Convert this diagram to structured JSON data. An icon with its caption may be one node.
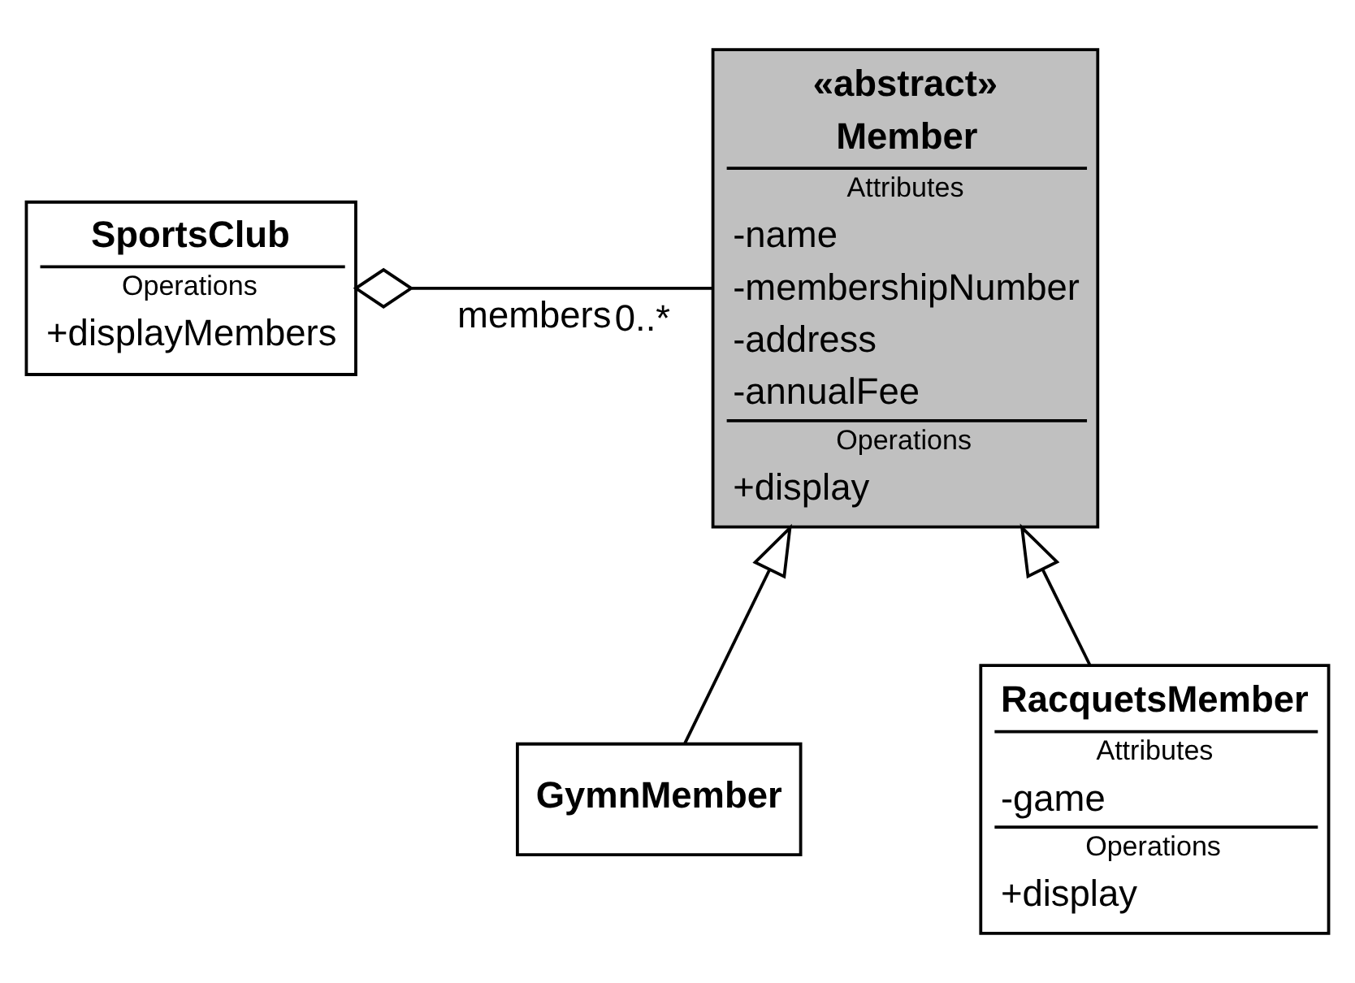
{
  "diagram": {
    "nodes": [
      {
        "text": [
          "SportsClub",
          "Operations",
          "+displayMembers"
        ]
      },
      {
        "text": [
          "«abstract»",
          "Member",
          "Attributes",
          "-name",
          "-membershipNumber",
          "-address",
          "-annualFee",
          "Operations",
          "+display"
        ]
      },
      {
        "text": [
          "GymnMember"
        ]
      },
      {
        "text": [
          "RacquetsMember",
          "Attributes",
          "-game",
          "Operations",
          "+display"
        ]
      }
    ],
    "edges": [
      {
        "from": 0,
        "to": 1,
        "arrow": "other",
        "label": "members"
      },
      {
        "from": 2,
        "to": 1,
        "arrow": "to"
      },
      {
        "from": 3,
        "to": 1,
        "arrow": "to"
      }
    ],
    "labels": [
      "0..*"
    ]
  }
}
